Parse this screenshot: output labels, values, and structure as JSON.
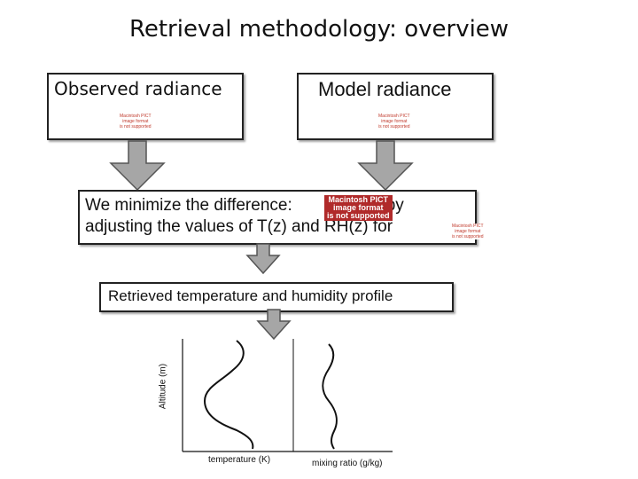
{
  "title": "Retrieval methodology: overview",
  "observed_box": {
    "label": "Observed radiance",
    "image_placeholder": [
      "Macintosh PICT",
      "image format",
      "is not supported"
    ]
  },
  "model_box": {
    "label": "Model radiance",
    "image_placeholder": [
      "Macintosh PICT",
      "image format",
      "is not supported"
    ]
  },
  "minimize_box": {
    "line1_a": "We minimize the difference:",
    "line1_b": "by",
    "line2": "adjusting the values of T(z) and RH(z) for",
    "image_placeholder_inline": [
      "Macintosh PICT",
      "image format",
      "is not supported"
    ],
    "image_placeholder_side": [
      "Macintosh PICT",
      "image format",
      "is not supported"
    ]
  },
  "retrieved_box": {
    "label": "Retrieved temperature and humidity profile"
  },
  "profile_plot": {
    "ylabel": "Altitude (m)",
    "xlabel_temperature": "temperature (K)",
    "xlabel_mixing": "mixing ratio (g/kg)"
  },
  "colors": {
    "arrow_fill": "#a6a6a6",
    "arrow_stroke": "#555555",
    "placeholder_red": "#b02a2a"
  }
}
